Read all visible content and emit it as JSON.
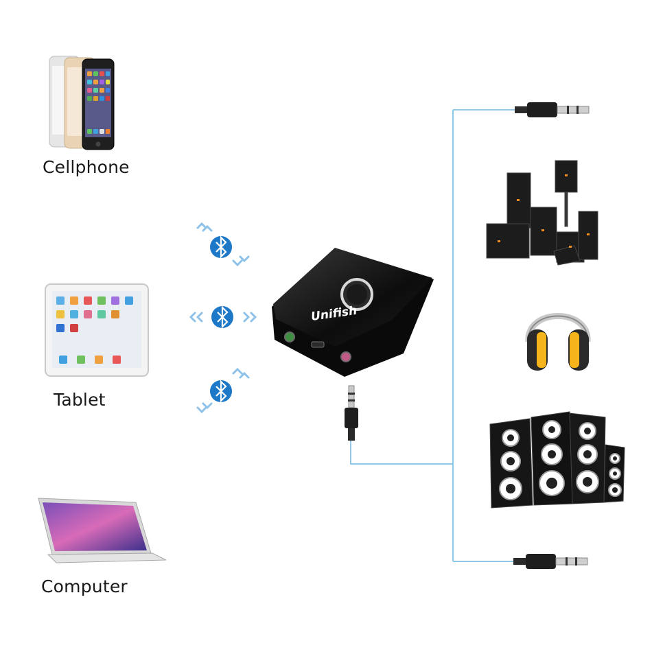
{
  "labels": {
    "cellphone": "Cellphone",
    "tablet": "Tablet",
    "computer": "Computer"
  },
  "device": {
    "brand": "Unifish"
  },
  "colors": {
    "line": "#8ec9ea",
    "bluetooth": "#1e78c8",
    "device_body": "#111111",
    "port_green": "#3e8e41",
    "port_pink": "#c05a86",
    "headphone_yellow": "#f4b41a"
  },
  "icons": [
    "bluetooth-icon",
    "cellphone-icon",
    "tablet-icon",
    "laptop-icon",
    "audio-jack-icon",
    "speaker-icon",
    "headphones-icon"
  ]
}
